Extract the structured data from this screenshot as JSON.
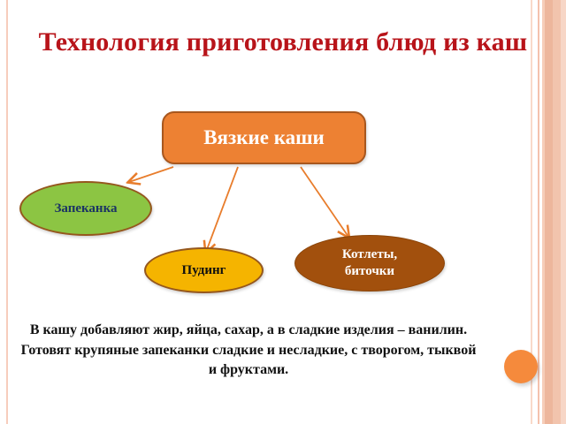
{
  "slide": {
    "title": "Технология приготовления блюд из каш",
    "caption": "В кашу добавляют жир, яйца, сахар, а в сладкие изделия – ванилин. Готовят крупяные запеканки сладкие и несладкие, с творогом, тыквой и фруктами."
  },
  "diagram": {
    "root": {
      "label": "Вязкие каши",
      "shape": "rounded-rectangle",
      "fill": "#ed8133",
      "border": "#a8571e",
      "text_color": "#ffffff"
    },
    "nodes": [
      {
        "label": "Запеканка",
        "shape": "ellipse",
        "fill": "#8cc543",
        "border": "#95571d",
        "text_color": "#1b3464"
      },
      {
        "label": "Пудинг",
        "shape": "ellipse",
        "fill": "#f5b400",
        "border": "#95571d",
        "text_color": "#101010"
      },
      {
        "label_line1": "Котлеты,",
        "label_line2": "биточки",
        "shape": "ellipse",
        "fill": "#a2500d",
        "border": "#8a4409",
        "text_color": "#ffffff"
      }
    ],
    "connector_color": "#e87d2c"
  },
  "decor": {
    "title_color": "#b8141a",
    "caption_color": "#111111",
    "dot_color": "#f58a3c",
    "left_rule_color": "#f7cdbc",
    "right_band_colors": [
      "#f9d9c9",
      "#f4c2ad",
      "#f6cdb9",
      "#edb69c",
      "#f2c4ad",
      "#f7d6c6"
    ],
    "background": "#ffffff"
  }
}
